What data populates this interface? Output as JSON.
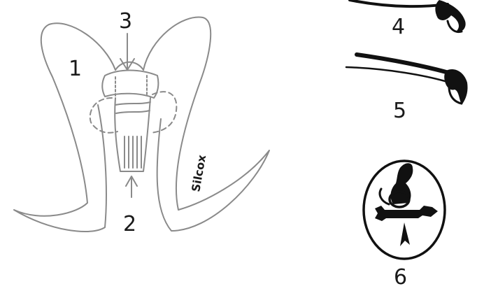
{
  "labels": {
    "one": "1",
    "two": "2",
    "three": "3",
    "four": "4",
    "five": "5",
    "six": "6"
  },
  "signature": "Silcox",
  "colors": {
    "line": "#8a8a8a",
    "ink": "#111111",
    "background": "#ffffff"
  }
}
